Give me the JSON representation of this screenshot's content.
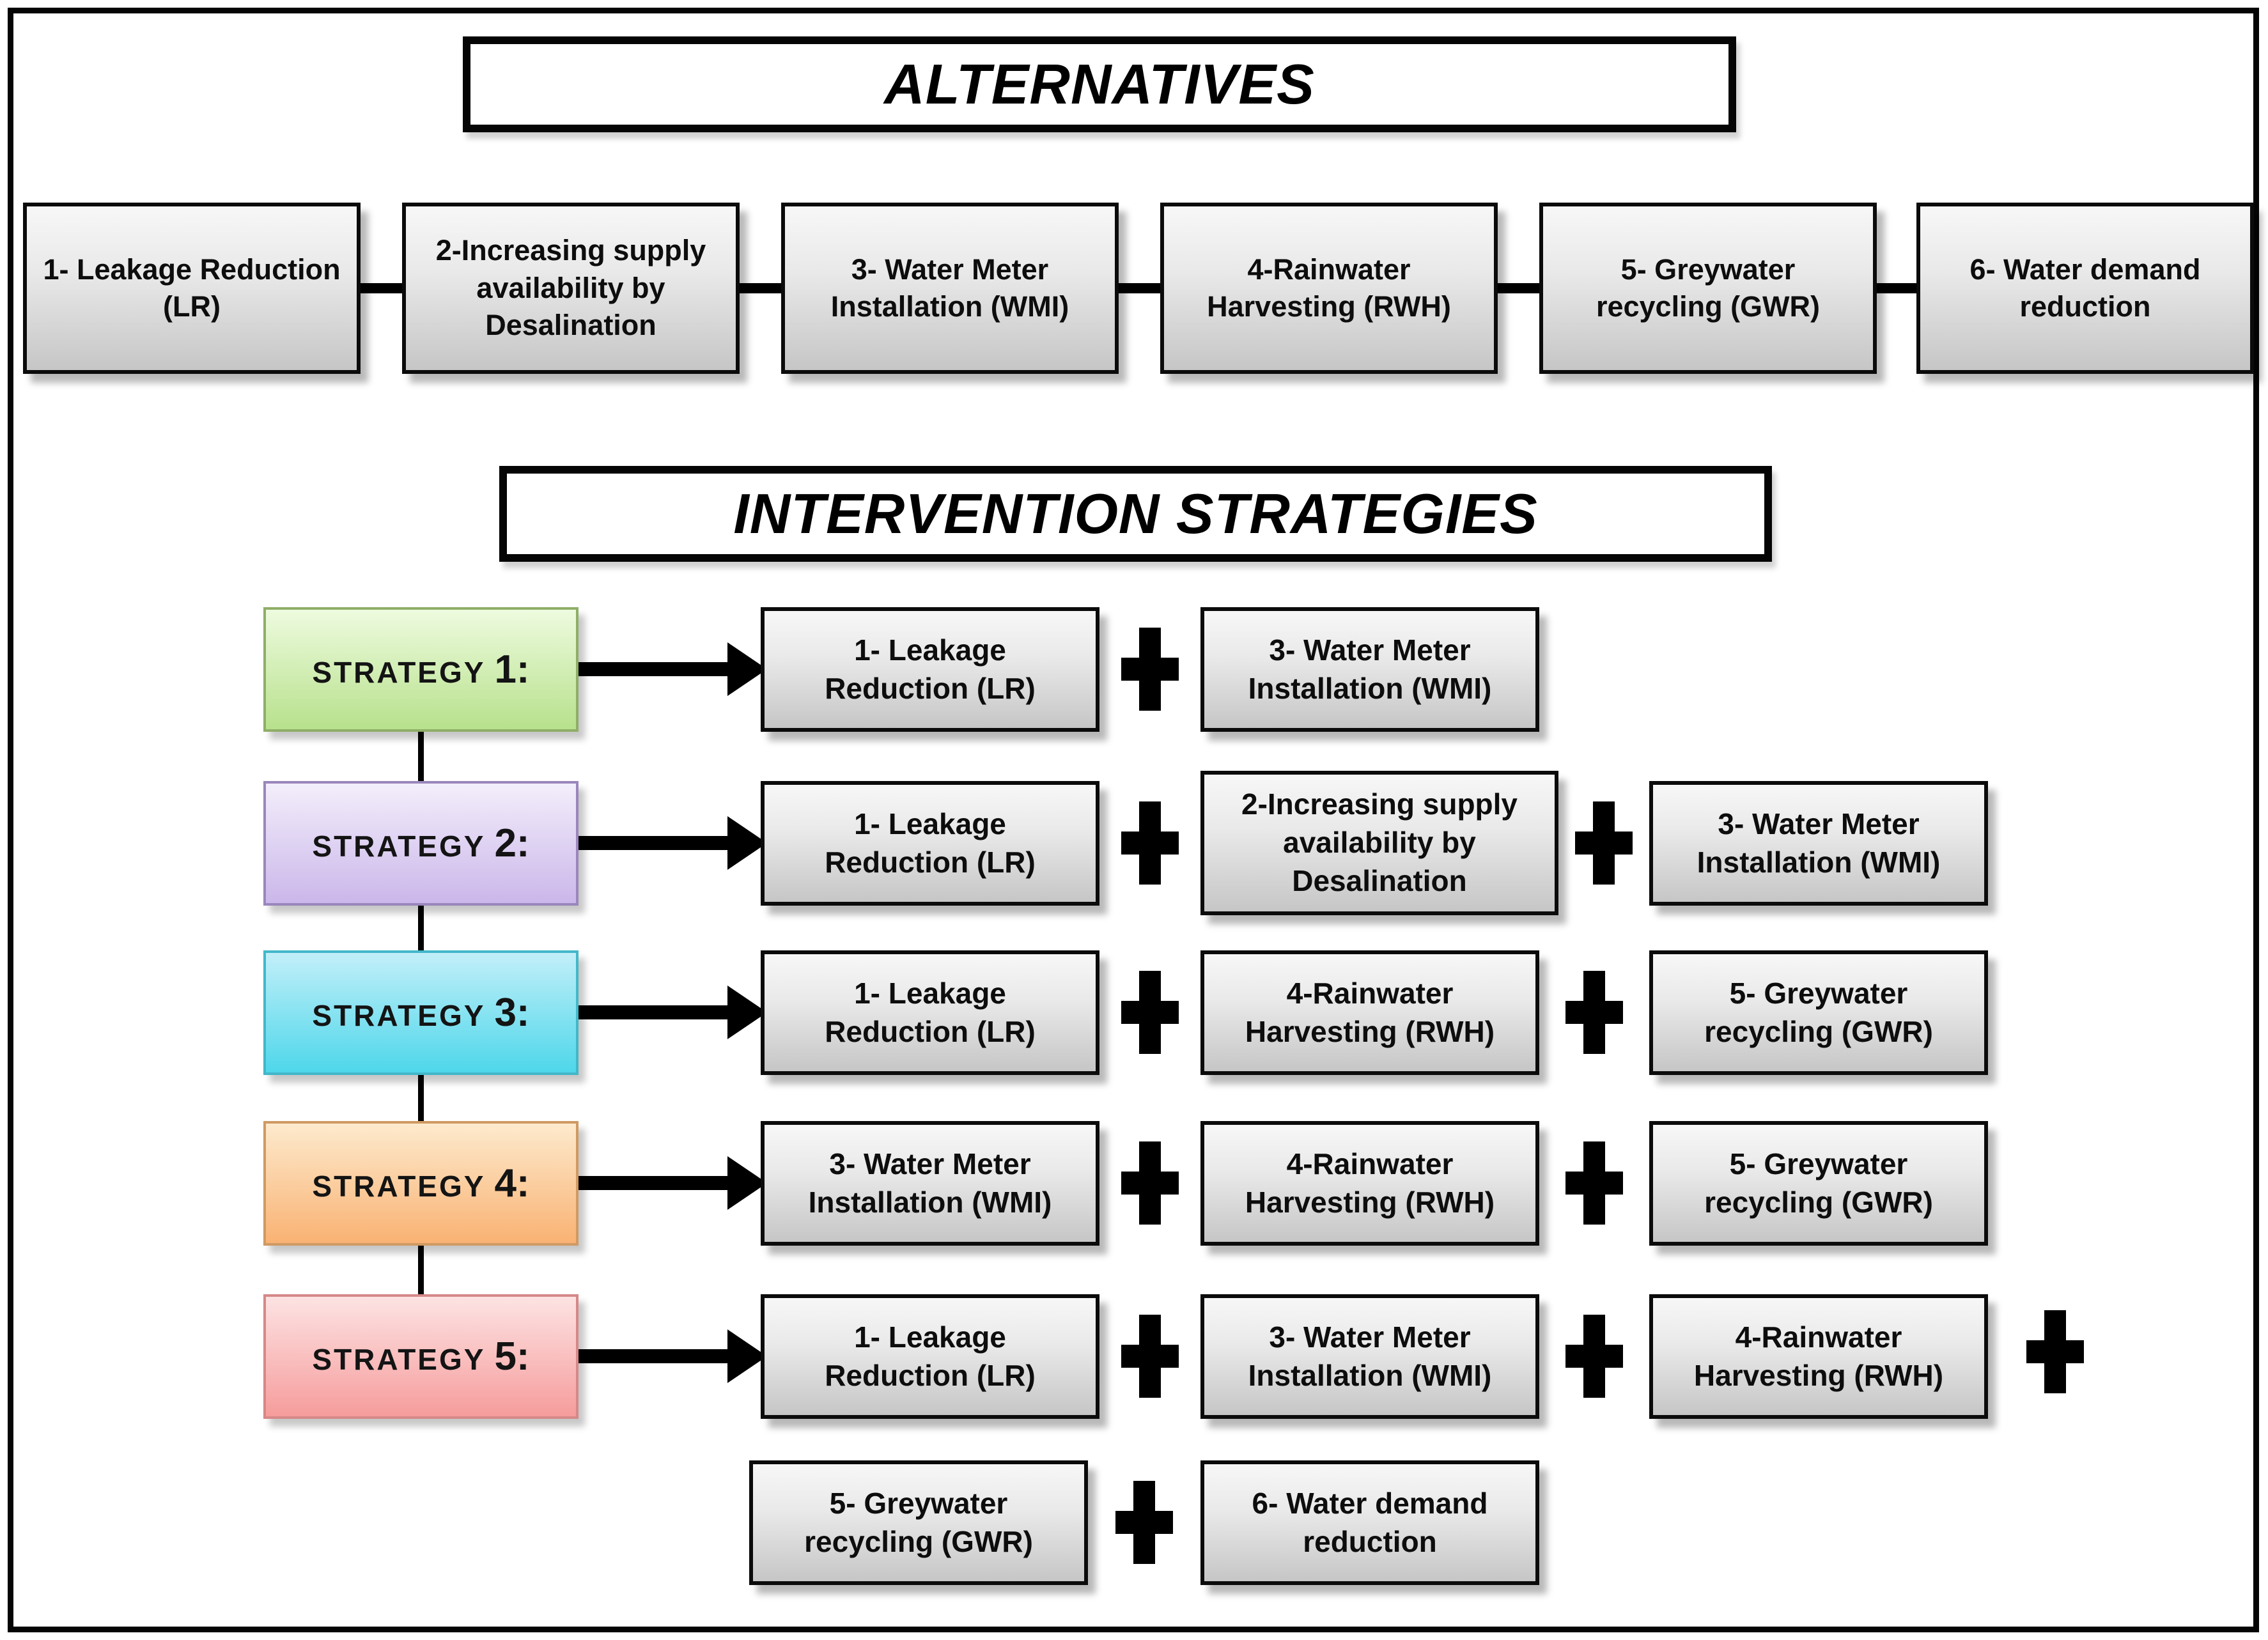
{
  "titles": {
    "alternatives": "ALTERNATIVES",
    "strategies": "INTERVENTION STRATEGIES"
  },
  "alternatives": [
    "1- Leakage Reduction (LR)",
    "2-Increasing supply availability by Desalination",
    "3- Water Meter Installation (WMI)",
    "4-Rainwater Harvesting (RWH)",
    "5- Greywater recycling (GWR)",
    "6- Water demand reduction"
  ],
  "symbols": {
    "combine_plus": "+"
  },
  "strategies": [
    {
      "label_text": "STRATEGY",
      "label_num": "1:",
      "fill_top": "#eefbdf",
      "fill_bottom": "#b7e18c",
      "border_color": "#8fae68",
      "components": [
        "1- Leakage Reduction (LR)",
        "3- Water Meter Installation (WMI)"
      ]
    },
    {
      "label_text": "STRATEGY",
      "label_num": "2:",
      "fill_top": "#f3eefb",
      "fill_bottom": "#cbb7ea",
      "border_color": "#9a87bb",
      "components": [
        "1- Leakage Reduction (LR)",
        "2-Increasing supply availability by Desalination",
        "3- Water Meter Installation (WMI)"
      ]
    },
    {
      "label_text": "STRATEGY",
      "label_num": "3:",
      "fill_top": "#c2eff9",
      "fill_bottom": "#4ed7ea",
      "border_color": "#43b7c9",
      "components": [
        "1- Leakage Reduction (LR)",
        "4-Rainwater Harvesting (RWH)",
        "5- Greywater recycling (GWR)"
      ]
    },
    {
      "label_text": "STRATEGY",
      "label_num": "4:",
      "fill_top": "#fdeacd",
      "fill_bottom": "#f9b273",
      "border_color": "#cf9a63",
      "components": [
        "3- Water Meter Installation (WMI)",
        "4-Rainwater Harvesting (RWH)",
        "5- Greywater recycling (GWR)"
      ]
    },
    {
      "label_text": "STRATEGY",
      "label_num": "5:",
      "fill_top": "#fde3e3",
      "fill_bottom": "#f69c9c",
      "border_color": "#d68888",
      "components": [
        "1- Leakage Reduction (LR)",
        "3- Water Meter Installation (WMI)",
        "4-Rainwater Harvesting (RWH)",
        "5- Greywater recycling (GWR)",
        "6- Water demand reduction"
      ]
    }
  ]
}
